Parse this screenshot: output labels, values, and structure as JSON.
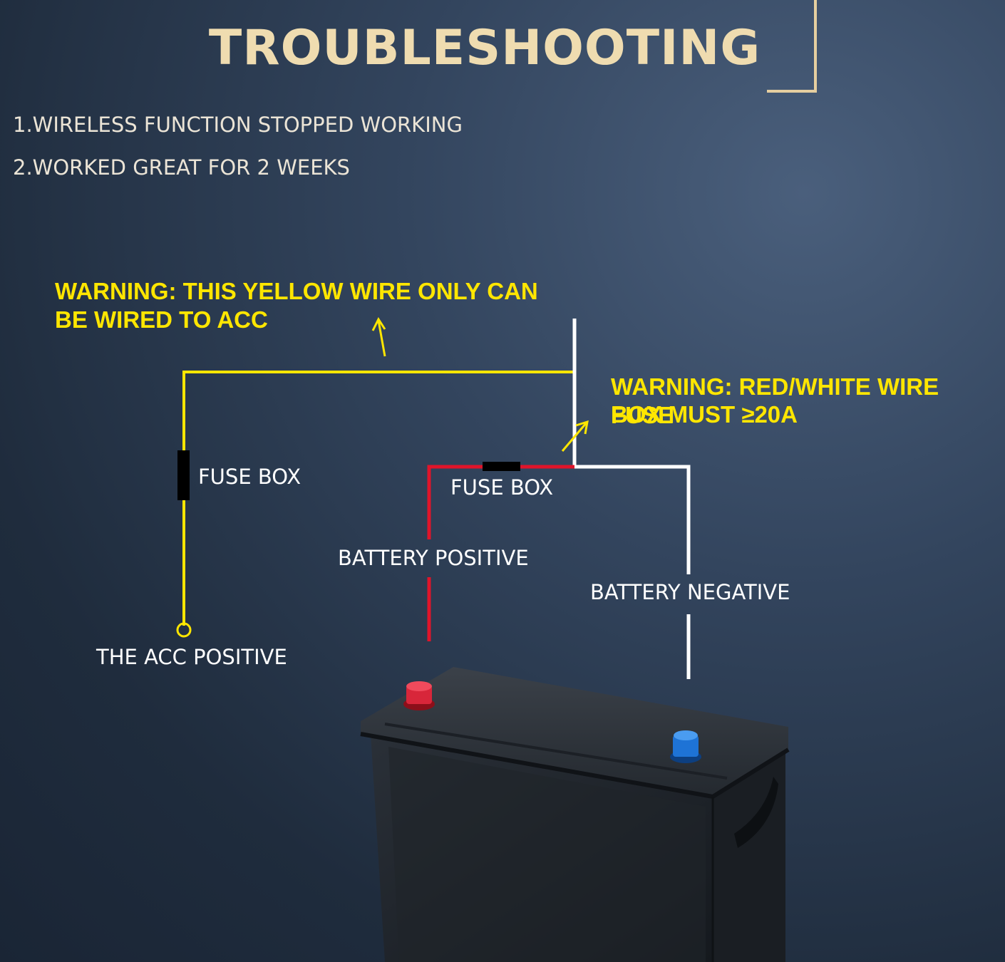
{
  "title": "TROUBLESHOOTING",
  "issues": [
    "1.WIRELESS FUNCTION STOPPED WORKING",
    "2.WORKED GREAT FOR 2 WEEKS"
  ],
  "warnings": {
    "yellow_line1": "WARNING: THIS YELLOW WIRE ONLY CAN",
    "yellow_line2": "BE WIRED TO ACC",
    "red_white_line1": "WARNING: RED/WHITE WIRE FUSE",
    "red_white_line2": "BOX MUST ≥20A"
  },
  "labels": {
    "fuse_box_left": "FUSE BOX",
    "fuse_box_right": "FUSE BOX",
    "battery_positive": "BATTERY POSITIVE",
    "battery_negative": "BATTERY NEGATIVE",
    "acc_positive": "THE ACC POSITIVE"
  },
  "colors": {
    "yellow_wire": "#ffe600",
    "red_wire": "#e0142a",
    "white_wire": "#ffffff",
    "title": "#efdcb0",
    "accent": "#e6cfa0"
  }
}
